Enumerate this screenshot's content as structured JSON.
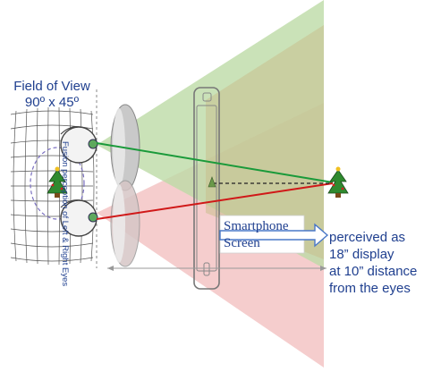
{
  "fov": {
    "title": "Field of View",
    "dims": "90º x 45º"
  },
  "fusion_text": "Fusion perception of Left & Right Eyes",
  "phone_label": {
    "line1": "Smartphone",
    "line2": "Screen"
  },
  "perceived": {
    "line1": "perceived as",
    "line2": "18” display",
    "line3": "at 10” distance",
    "line4": "from the eyes"
  },
  "colors": {
    "green_cone": "#b8d9a0",
    "red_cone": "#f2c2c2",
    "overlap": "#c9c494",
    "text_blue": "#1f3f8f",
    "green_ray": "#1a9a3a",
    "red_ray": "#d01818",
    "arrow_blue": "#4a78c8"
  },
  "icons": [
    "eye-icon",
    "tree-icon",
    "lens-icon",
    "smartphone-icon"
  ]
}
